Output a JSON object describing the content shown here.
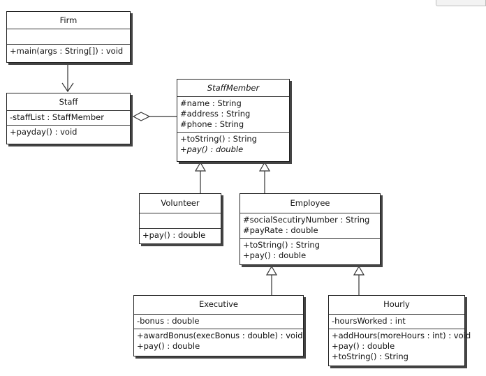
{
  "classes": {
    "firm": {
      "name": "Firm",
      "attributes": [],
      "operations": [
        "+main(args : String[]) : void"
      ]
    },
    "staff": {
      "name": "Staff",
      "attributes": [
        "-staffList : StaffMember"
      ],
      "operations": [
        "+payday() : void"
      ]
    },
    "staff_member": {
      "name": "StaffMember",
      "abstract": true,
      "attributes": [
        "#name : String",
        "#address : String",
        "#phone : String"
      ],
      "operations": [
        "+toString() : String",
        "+pay() : double"
      ],
      "abstract_operations": [
        "+pay() : double"
      ]
    },
    "volunteer": {
      "name": "Volunteer",
      "attributes": [],
      "operations": [
        "+pay() : double"
      ]
    },
    "employee": {
      "name": "Employee",
      "attributes": [
        "#socialSecutiryNumber : String",
        "#payRate : double"
      ],
      "operations": [
        "+toString() : String",
        "+pay() : double"
      ]
    },
    "executive": {
      "name": "Executive",
      "attributes": [
        "-bonus : double"
      ],
      "operations": [
        "+awardBonus(execBonus : double) : void",
        "+pay() : double"
      ]
    },
    "hourly": {
      "name": "Hourly",
      "attributes": [
        "-hoursWorked : int"
      ],
      "operations": [
        "+addHours(moreHours : int) : void",
        "+pay() : double",
        "+toString() : String"
      ]
    }
  },
  "relationships": [
    {
      "type": "dependency",
      "from": "Firm",
      "to": "Staff"
    },
    {
      "type": "aggregation",
      "whole": "Staff",
      "part": "StaffMember"
    },
    {
      "type": "generalization",
      "child": "Volunteer",
      "parent": "StaffMember"
    },
    {
      "type": "generalization",
      "child": "Employee",
      "parent": "StaffMember"
    },
    {
      "type": "generalization",
      "child": "Executive",
      "parent": "Employee"
    },
    {
      "type": "generalization",
      "child": "Hourly",
      "parent": "Employee"
    }
  ]
}
